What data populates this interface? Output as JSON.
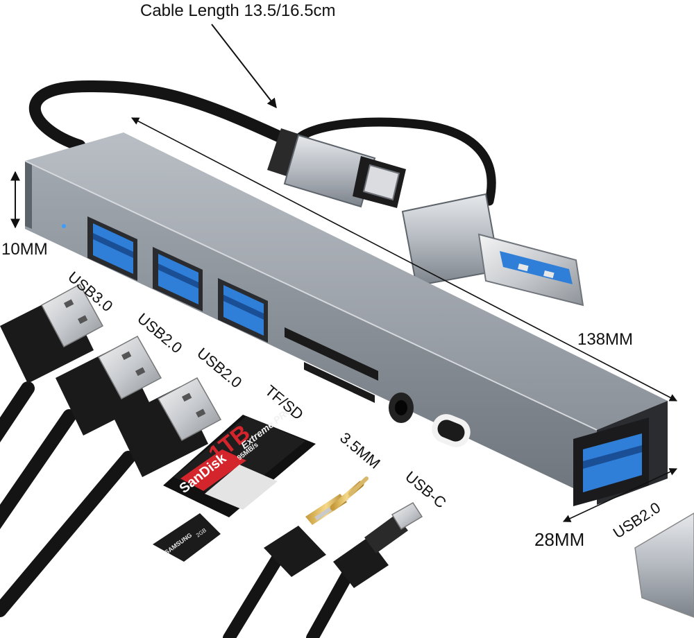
{
  "labels": {
    "cable_length": "Cable Length 13.5/16.5cm",
    "height": "10MM",
    "length": "138MM",
    "width": "28MM",
    "port_usb30": "USB3.0",
    "port_usb20_a": "USB2.0",
    "port_usb20_b": "USB2.0",
    "port_tfsd": "TF/SD",
    "port_audio": "3.5MM",
    "port_usbc": "USB-C",
    "port_usb20_side": "USB2.0"
  },
  "sd_card": {
    "brand": "SanDisk",
    "line": "Extreme PRO",
    "capacity": "1TB",
    "speed": "95MB/s"
  },
  "micro_sd": {
    "brand": "SAMSUNG",
    "capacity": "2GB"
  },
  "colors": {
    "hub_body": "#9ea4ad",
    "hub_edge": "#6e747c",
    "port_blue": "#2f7fd8",
    "cable_black": "#151515",
    "sd_red": "#d4252c"
  }
}
